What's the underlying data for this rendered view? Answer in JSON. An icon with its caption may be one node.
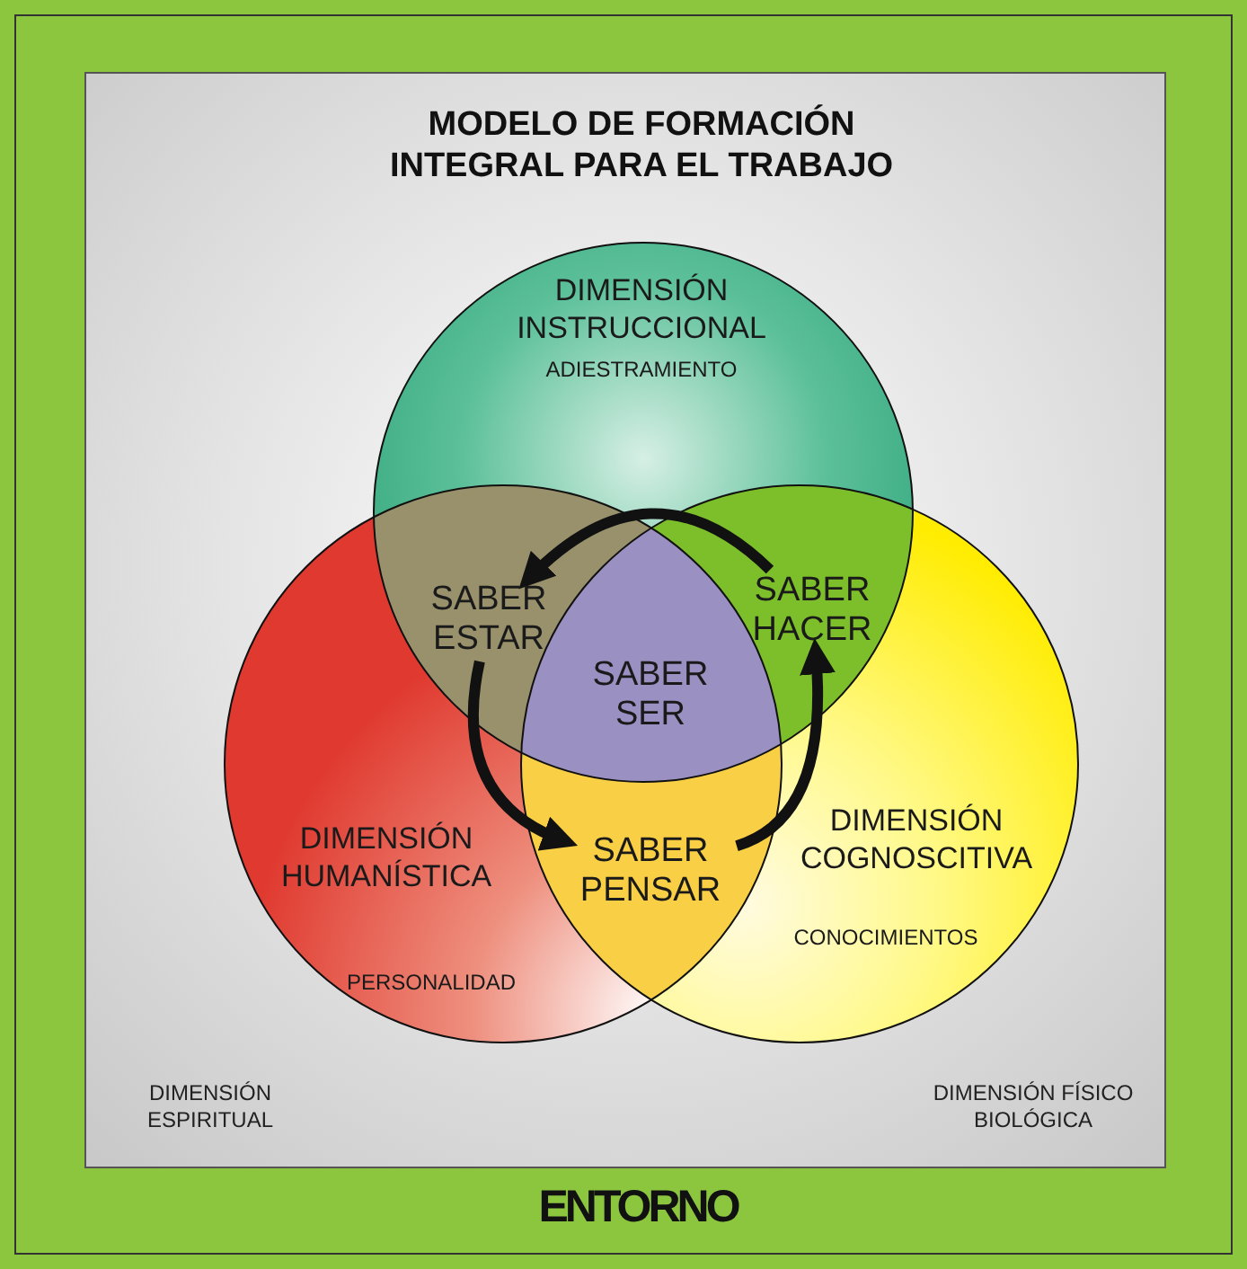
{
  "diagram": {
    "title": "MODELO DE FORMACIÓN INTEGRAL PARA EL TRABAJO",
    "nodes": [
      {
        "text": [
          "DIMENSIÓN INSTRUCCIONAL",
          "ADIESTRAMIENTO"
        ]
      },
      {
        "text": [
          "DIMENSIÓN HUMANÍSTICA",
          "PERSONALIDAD"
        ]
      },
      {
        "text": [
          "DIMENSIÓN COGNOSCITIVA",
          "CONOCIMIENTOS"
        ]
      },
      {
        "text": [
          "SABER ESTAR"
        ]
      },
      {
        "text": [
          "SABER HACER"
        ]
      },
      {
        "text": [
          "SABER SER"
        ]
      },
      {
        "text": [
          "SABER PENSAR"
        ]
      }
    ],
    "edges": [
      {
        "from": 4,
        "to": 3,
        "arrow": "to"
      },
      {
        "from": 3,
        "to": 6,
        "arrow": "to"
      },
      {
        "from": 6,
        "to": 4,
        "arrow": "to"
      }
    ],
    "labels": [
      "DIMENSIÓN ESPIRITUAL",
      "DIMENSIÓN FÍSICO BIOLÓGICA",
      "ENTORNO"
    ]
  }
}
